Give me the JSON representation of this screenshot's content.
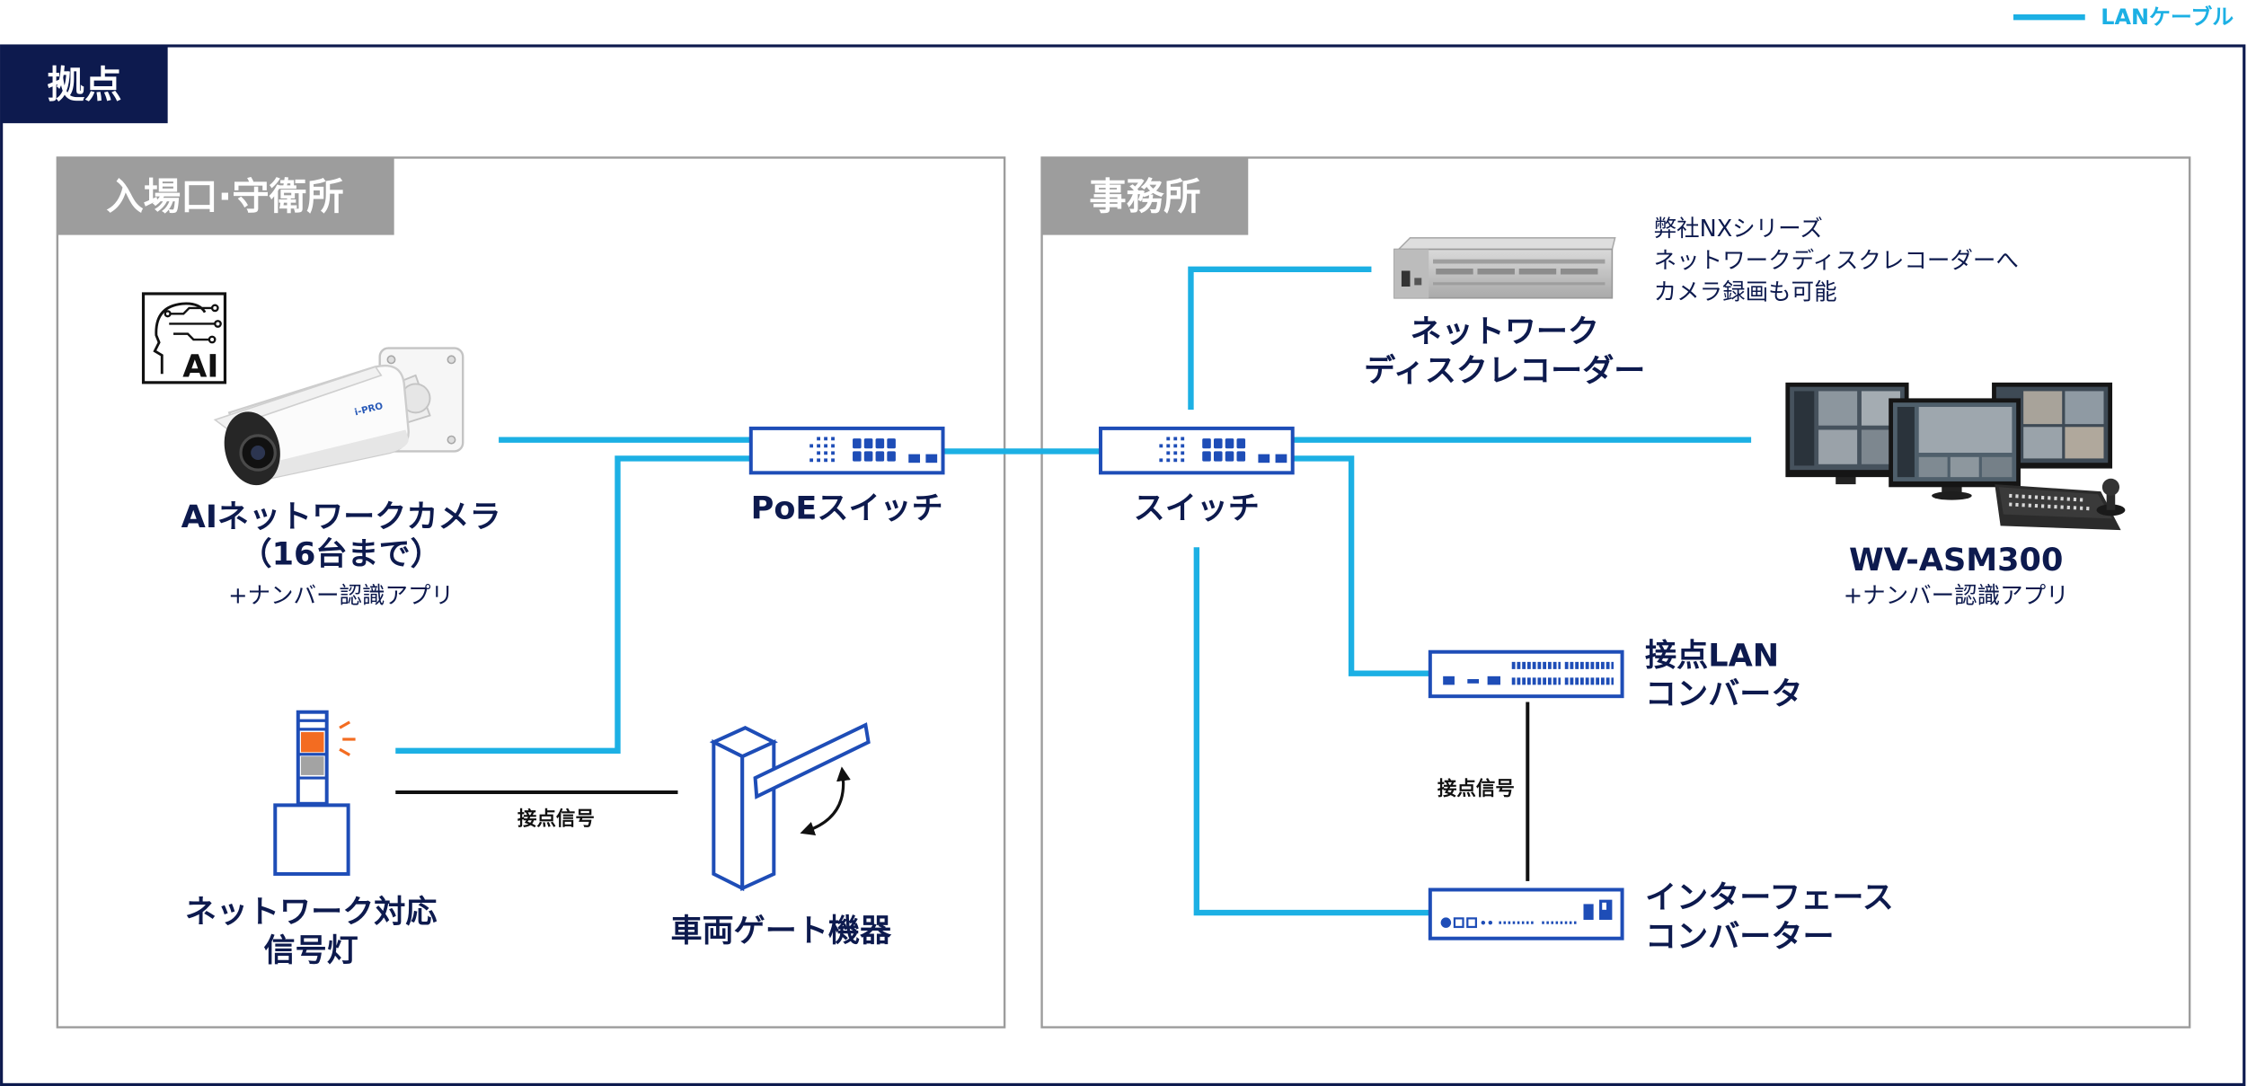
{
  "legend": {
    "lan_cable": "LANケーブル"
  },
  "site": {
    "label": "拠点"
  },
  "entrance": {
    "title": "入場口·守衛所",
    "ai_camera": {
      "badge": "AI",
      "brand": "i-PRO",
      "name": "AIネットワークカメラ",
      "count": "（16台まで）",
      "app": "+ナンバー認識アプリ"
    },
    "poe_switch": {
      "name": "PoEスイッチ"
    },
    "signal_light": {
      "name_line1": "ネットワーク対応",
      "name_line2": "信号灯"
    },
    "gate": {
      "name": "車両ゲート機器"
    },
    "contact_signal": "接点信号"
  },
  "office": {
    "title": "事務所",
    "switch": {
      "name": "スイッチ"
    },
    "recorder": {
      "name_line1": "ネットワーク",
      "name_line2": "ディスクレコーダー",
      "note": [
        "弊社NXシリーズ",
        "ネットワークディスクレコーダーへ",
        "カメラ録画も可能"
      ]
    },
    "vms": {
      "name": "WV-ASM300",
      "app": "+ナンバー認識アプリ"
    },
    "contact_lan_converter": {
      "name_line1": "接点LAN",
      "name_line2": "コンバータ"
    },
    "contact_signal": "接点信号",
    "interface_converter": {
      "name_line1": "インターフェース",
      "name_line2": "コンバーター"
    }
  },
  "icons": {
    "ai_badge": "ai-brain-icon",
    "camera": "bullet-camera-icon",
    "switch": "network-switch-icon",
    "signal_light": "signal-tower-icon",
    "gate": "barrier-gate-icon",
    "recorder": "disk-recorder-icon",
    "vms": "monitor-workstation-icon"
  },
  "colors": {
    "navy": "#0d1a4e",
    "lan": "#1cb0e4",
    "device": "#1e4db7",
    "label_gray": "#9d9d9d",
    "panel_border": "#9c9c9c",
    "signal_orange": "#f36c21",
    "contact_signal": "#111111"
  }
}
